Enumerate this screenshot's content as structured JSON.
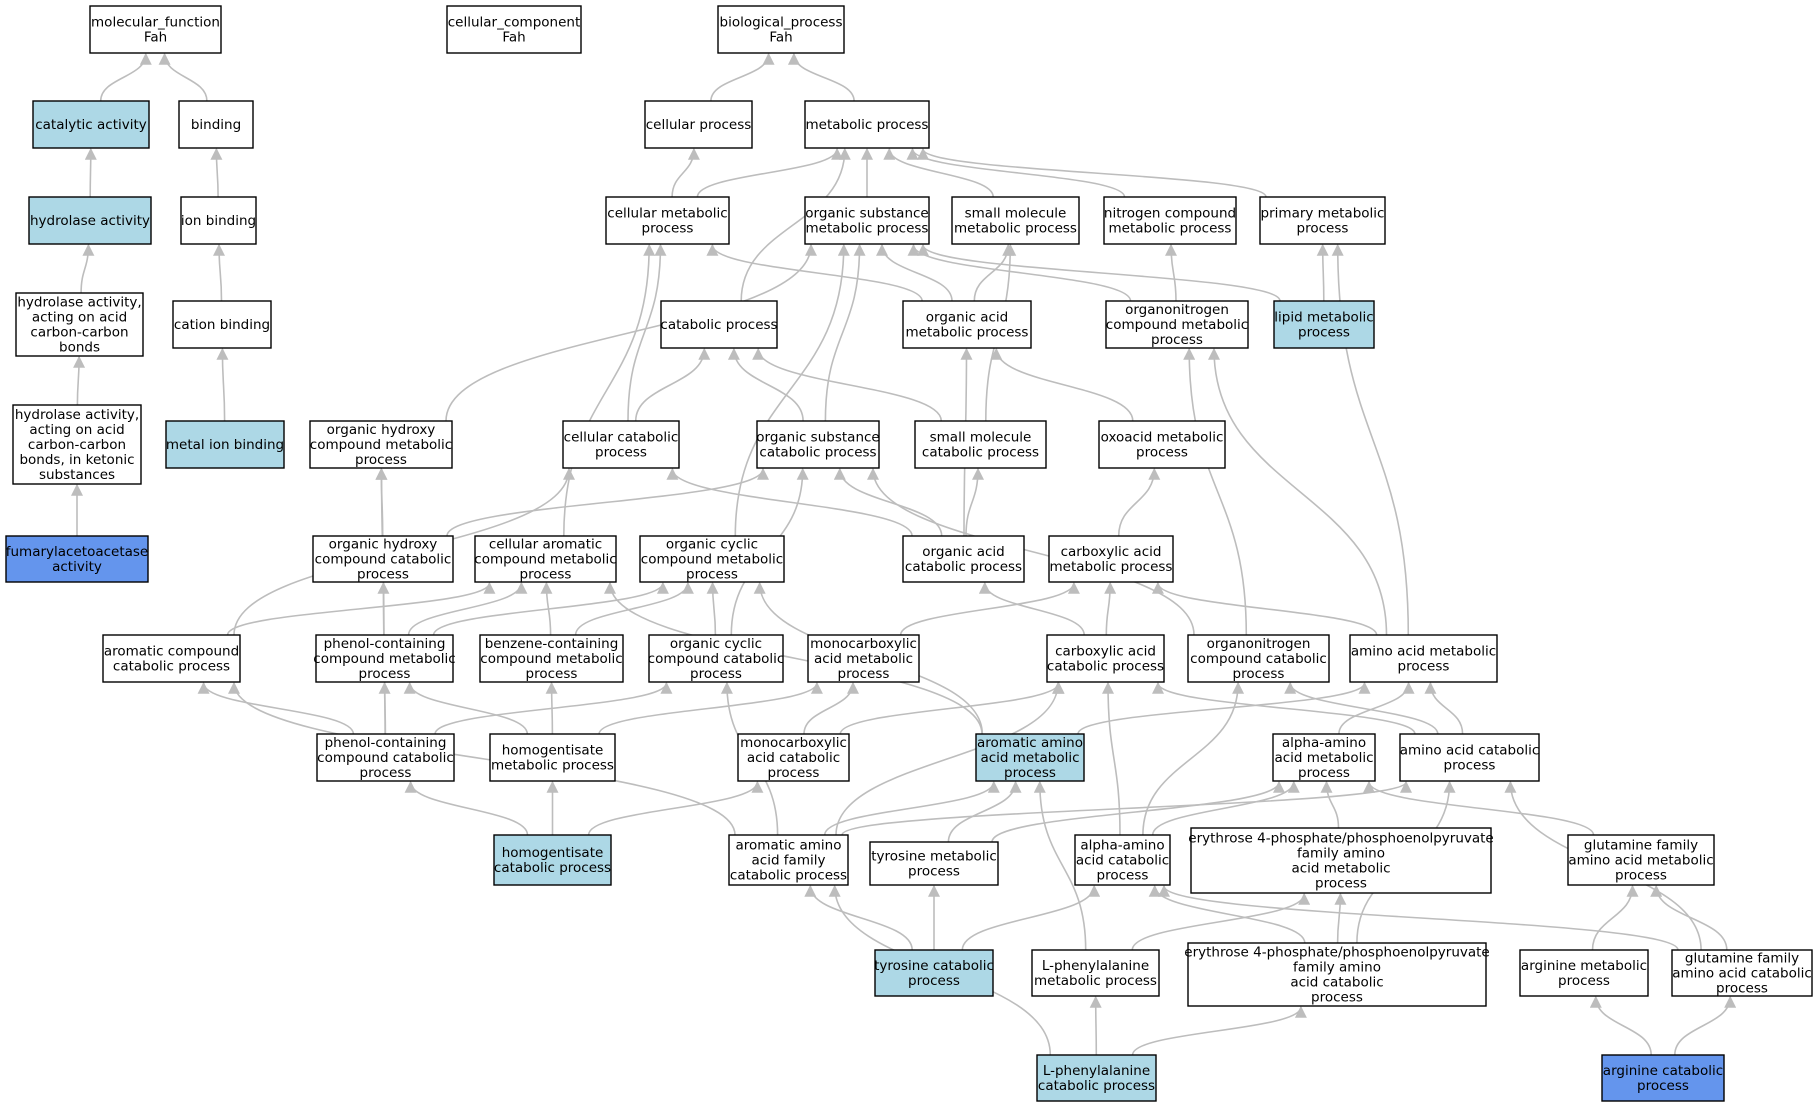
{
  "colors": {
    "default": "#ffffff",
    "highlight": "#add8e6",
    "target": "#6495ed",
    "edge": "#bdbdbd",
    "border": "#000000"
  },
  "nodes": [
    {
      "id": "mf",
      "lines": [
        "molecular_function",
        "Fah"
      ],
      "color": "default"
    },
    {
      "id": "cc",
      "lines": [
        "cellular_component",
        "Fah"
      ],
      "color": "default"
    },
    {
      "id": "bp",
      "lines": [
        "biological_process",
        "Fah"
      ],
      "color": "default"
    },
    {
      "id": "cat_act",
      "lines": [
        "catalytic activity"
      ],
      "color": "highlight"
    },
    {
      "id": "binding",
      "lines": [
        "binding"
      ],
      "color": "default"
    },
    {
      "id": "cell_proc",
      "lines": [
        "cellular process"
      ],
      "color": "default"
    },
    {
      "id": "met_proc",
      "lines": [
        "metabolic process"
      ],
      "color": "default"
    },
    {
      "id": "hydro_act",
      "lines": [
        "hydrolase activity"
      ],
      "color": "highlight"
    },
    {
      "id": "ion_bind",
      "lines": [
        "ion binding"
      ],
      "color": "default"
    },
    {
      "id": "cell_met",
      "lines": [
        "cellular metabolic",
        "process"
      ],
      "color": "default"
    },
    {
      "id": "org_sub_met",
      "lines": [
        "organic substance",
        "metabolic process"
      ],
      "color": "default"
    },
    {
      "id": "small_mol_met",
      "lines": [
        "small molecule",
        "metabolic process"
      ],
      "color": "default"
    },
    {
      "id": "nitro_met",
      "lines": [
        "nitrogen compound",
        "metabolic process"
      ],
      "color": "default"
    },
    {
      "id": "prim_met",
      "lines": [
        "primary metabolic",
        "process"
      ],
      "color": "default"
    },
    {
      "id": "hydro_cc",
      "lines": [
        "hydrolase activity,",
        "acting on acid",
        "carbon-carbon",
        "bonds"
      ],
      "color": "default"
    },
    {
      "id": "cation_bind",
      "lines": [
        "cation binding"
      ],
      "color": "default"
    },
    {
      "id": "catab_proc",
      "lines": [
        "catabolic process"
      ],
      "color": "default"
    },
    {
      "id": "org_acid_met",
      "lines": [
        "organic acid",
        "metabolic process"
      ],
      "color": "default"
    },
    {
      "id": "orgnitro_met",
      "lines": [
        "organonitrogen",
        "compound metabolic",
        "process"
      ],
      "color": "default"
    },
    {
      "id": "lipid_met",
      "lines": [
        "lipid metabolic",
        "process"
      ],
      "color": "highlight"
    },
    {
      "id": "hydro_ketonic",
      "lines": [
        "hydrolase activity,",
        "acting on acid",
        "carbon-carbon",
        "bonds, in ketonic",
        "substances"
      ],
      "color": "default"
    },
    {
      "id": "metal_ion",
      "lines": [
        "metal ion binding"
      ],
      "color": "highlight"
    },
    {
      "id": "org_hydroxy_met",
      "lines": [
        "organic hydroxy",
        "compound metabolic",
        "process"
      ],
      "color": "default"
    },
    {
      "id": "cell_catab",
      "lines": [
        "cellular catabolic",
        "process"
      ],
      "color": "default"
    },
    {
      "id": "org_sub_catab",
      "lines": [
        "organic substance",
        "catabolic process"
      ],
      "color": "default"
    },
    {
      "id": "small_mol_catab",
      "lines": [
        "small molecule",
        "catabolic process"
      ],
      "color": "default"
    },
    {
      "id": "oxoacid_met",
      "lines": [
        "oxoacid metabolic",
        "process"
      ],
      "color": "default"
    },
    {
      "id": "fah_act",
      "lines": [
        "fumarylacetoacetase",
        "activity"
      ],
      "color": "target"
    },
    {
      "id": "org_hydroxy_catab",
      "lines": [
        "organic hydroxy",
        "compound catabolic",
        "process"
      ],
      "color": "default"
    },
    {
      "id": "cell_arom_met",
      "lines": [
        "cellular aromatic",
        "compound metabolic",
        "process"
      ],
      "color": "default"
    },
    {
      "id": "org_cyc_met",
      "lines": [
        "organic cyclic",
        "compound metabolic",
        "process"
      ],
      "color": "default"
    },
    {
      "id": "org_acid_catab",
      "lines": [
        "organic acid",
        "catabolic process"
      ],
      "color": "default"
    },
    {
      "id": "carbox_met",
      "lines": [
        "carboxylic acid",
        "metabolic process"
      ],
      "color": "default"
    },
    {
      "id": "arom_catab",
      "lines": [
        "aromatic compound",
        "catabolic process"
      ],
      "color": "default"
    },
    {
      "id": "phenol_met",
      "lines": [
        "phenol-containing",
        "compound metabolic",
        "process"
      ],
      "color": "default"
    },
    {
      "id": "benzene_met",
      "lines": [
        "benzene-containing",
        "compound metabolic",
        "process"
      ],
      "color": "default"
    },
    {
      "id": "org_cyc_catab",
      "lines": [
        "organic cyclic",
        "compound catabolic",
        "process"
      ],
      "color": "default"
    },
    {
      "id": "monocarb_met",
      "lines": [
        "monocarboxylic",
        "acid metabolic",
        "process"
      ],
      "color": "default"
    },
    {
      "id": "carbox_catab",
      "lines": [
        "carboxylic acid",
        "catabolic process"
      ],
      "color": "default"
    },
    {
      "id": "orgnitro_catab",
      "lines": [
        "organonitrogen",
        "compound catabolic",
        "process"
      ],
      "color": "default"
    },
    {
      "id": "aa_met",
      "lines": [
        "amino acid metabolic",
        "process"
      ],
      "color": "default"
    },
    {
      "id": "phenol_catab",
      "lines": [
        "phenol-containing",
        "compound catabolic",
        "process"
      ],
      "color": "default"
    },
    {
      "id": "homogent_met",
      "lines": [
        "homogentisate",
        "metabolic process"
      ],
      "color": "default"
    },
    {
      "id": "monocarb_catab",
      "lines": [
        "monocarboxylic",
        "acid catabolic",
        "process"
      ],
      "color": "default"
    },
    {
      "id": "arom_aa_met",
      "lines": [
        "aromatic amino",
        "acid metabolic",
        "process"
      ],
      "color": "highlight"
    },
    {
      "id": "alpha_aa_met",
      "lines": [
        "alpha-amino",
        "acid metabolic",
        "process"
      ],
      "color": "default"
    },
    {
      "id": "aa_catab",
      "lines": [
        "amino acid catabolic",
        "process"
      ],
      "color": "default"
    },
    {
      "id": "homogent_catab",
      "lines": [
        "homogentisate",
        "catabolic process"
      ],
      "color": "highlight"
    },
    {
      "id": "arom_aa_fam_catab",
      "lines": [
        "aromatic amino",
        "acid family",
        "catabolic process"
      ],
      "color": "default"
    },
    {
      "id": "tyr_met",
      "lines": [
        "tyrosine metabolic",
        "process"
      ],
      "color": "default"
    },
    {
      "id": "alpha_aa_catab",
      "lines": [
        "alpha-amino",
        "acid catabolic",
        "process"
      ],
      "color": "default"
    },
    {
      "id": "e4p_met",
      "lines": [
        "erythrose 4-phosphate/phosphoenolpyruvate",
        "family amino",
        "acid metabolic",
        "process"
      ],
      "color": "default"
    },
    {
      "id": "gln_fam_met",
      "lines": [
        "glutamine family",
        "amino acid metabolic",
        "process"
      ],
      "color": "default"
    },
    {
      "id": "tyr_catab",
      "lines": [
        "tyrosine catabolic",
        "process"
      ],
      "color": "highlight"
    },
    {
      "id": "phe_met",
      "lines": [
        "L-phenylalanine",
        "metabolic process"
      ],
      "color": "default"
    },
    {
      "id": "e4p_catab",
      "lines": [
        "erythrose 4-phosphate/phosphoenolpyruvate",
        "family amino",
        "acid catabolic",
        "process"
      ],
      "color": "default"
    },
    {
      "id": "arg_met",
      "lines": [
        "arginine metabolic",
        "process"
      ],
      "color": "default"
    },
    {
      "id": "gln_fam_catab",
      "lines": [
        "glutamine family",
        "amino acid catabolic",
        "process"
      ],
      "color": "default"
    },
    {
      "id": "phe_catab",
      "lines": [
        "L-phenylalanine",
        "catabolic process"
      ],
      "color": "highlight"
    },
    {
      "id": "arg_catab",
      "lines": [
        "arginine catabolic",
        "process"
      ],
      "color": "target"
    }
  ],
  "edges": [
    [
      "cat_act",
      "mf"
    ],
    [
      "binding",
      "mf"
    ],
    [
      "hydro_act",
      "cat_act"
    ],
    [
      "ion_bind",
      "binding"
    ],
    [
      "hydro_cc",
      "hydro_act"
    ],
    [
      "cation_bind",
      "ion_bind"
    ],
    [
      "hydro_ketonic",
      "hydro_cc"
    ],
    [
      "metal_ion",
      "cation_bind"
    ],
    [
      "fah_act",
      "hydro_ketonic"
    ],
    [
      "cell_proc",
      "bp"
    ],
    [
      "met_proc",
      "bp"
    ],
    [
      "cell_met",
      "cell_proc"
    ],
    [
      "cell_met",
      "met_proc"
    ],
    [
      "org_sub_met",
      "met_proc"
    ],
    [
      "small_mol_met",
      "met_proc"
    ],
    [
      "nitro_met",
      "met_proc"
    ],
    [
      "prim_met",
      "met_proc"
    ],
    [
      "catab_proc",
      "met_proc"
    ],
    [
      "org_acid_met",
      "small_mol_met"
    ],
    [
      "org_acid_met",
      "org_sub_met"
    ],
    [
      "org_acid_met",
      "cell_met"
    ],
    [
      "orgnitro_met",
      "nitro_met"
    ],
    [
      "orgnitro_met",
      "org_sub_met"
    ],
    [
      "lipid_met",
      "prim_met"
    ],
    [
      "lipid_met",
      "org_sub_met"
    ],
    [
      "org_hydroxy_met",
      "org_sub_met"
    ],
    [
      "cell_catab",
      "cell_met"
    ],
    [
      "cell_catab",
      "catab_proc"
    ],
    [
      "org_sub_catab",
      "org_sub_met"
    ],
    [
      "org_sub_catab",
      "catab_proc"
    ],
    [
      "small_mol_catab",
      "small_mol_met"
    ],
    [
      "small_mol_catab",
      "catab_proc"
    ],
    [
      "oxoacid_met",
      "org_acid_met"
    ],
    [
      "org_hydroxy_catab",
      "org_hydroxy_met"
    ],
    [
      "org_hydroxy_catab",
      "org_sub_catab"
    ],
    [
      "cell_arom_met",
      "cell_met"
    ],
    [
      "org_cyc_met",
      "org_sub_met"
    ],
    [
      "org_acid_catab",
      "org_acid_met"
    ],
    [
      "org_acid_catab",
      "small_mol_catab"
    ],
    [
      "org_acid_catab",
      "org_sub_catab"
    ],
    [
      "org_acid_catab",
      "cell_catab"
    ],
    [
      "carbox_met",
      "oxoacid_met"
    ],
    [
      "arom_catab",
      "cell_arom_met"
    ],
    [
      "arom_catab",
      "cell_catab"
    ],
    [
      "phenol_met",
      "cell_arom_met"
    ],
    [
      "phenol_met",
      "org_hydroxy_met"
    ],
    [
      "phenol_met",
      "org_cyc_met"
    ],
    [
      "benzene_met",
      "cell_arom_met"
    ],
    [
      "benzene_met",
      "org_cyc_met"
    ],
    [
      "org_cyc_catab",
      "org_cyc_met"
    ],
    [
      "org_cyc_catab",
      "org_sub_catab"
    ],
    [
      "monocarb_met",
      "carbox_met"
    ],
    [
      "carbox_catab",
      "carbox_met"
    ],
    [
      "carbox_catab",
      "org_acid_catab"
    ],
    [
      "orgnitro_catab",
      "orgnitro_met"
    ],
    [
      "orgnitro_catab",
      "org_sub_catab"
    ],
    [
      "aa_met",
      "carbox_met"
    ],
    [
      "aa_met",
      "orgnitro_met"
    ],
    [
      "aa_met",
      "prim_met"
    ],
    [
      "phenol_catab",
      "phenol_met"
    ],
    [
      "phenol_catab",
      "arom_catab"
    ],
    [
      "phenol_catab",
      "org_hydroxy_catab"
    ],
    [
      "phenol_catab",
      "org_cyc_catab"
    ],
    [
      "homogent_met",
      "benzene_met"
    ],
    [
      "homogent_met",
      "phenol_met"
    ],
    [
      "homogent_met",
      "monocarb_met"
    ],
    [
      "monocarb_catab",
      "monocarb_met"
    ],
    [
      "monocarb_catab",
      "carbox_catab"
    ],
    [
      "arom_aa_met",
      "aa_met"
    ],
    [
      "arom_aa_met",
      "cell_arom_met"
    ],
    [
      "arom_aa_met",
      "org_cyc_met"
    ],
    [
      "alpha_aa_met",
      "aa_met"
    ],
    [
      "aa_catab",
      "aa_met"
    ],
    [
      "aa_catab",
      "carbox_catab"
    ],
    [
      "aa_catab",
      "orgnitro_catab"
    ],
    [
      "homogent_catab",
      "homogent_met"
    ],
    [
      "homogent_catab",
      "phenol_catab"
    ],
    [
      "homogent_catab",
      "monocarb_catab"
    ],
    [
      "arom_aa_fam_catab",
      "arom_aa_met"
    ],
    [
      "arom_aa_fam_catab",
      "arom_catab"
    ],
    [
      "arom_aa_fam_catab",
      "org_cyc_catab"
    ],
    [
      "arom_aa_fam_catab",
      "carbox_catab"
    ],
    [
      "arom_aa_fam_catab",
      "aa_catab"
    ],
    [
      "tyr_met",
      "arom_aa_met"
    ],
    [
      "tyr_met",
      "alpha_aa_met"
    ],
    [
      "alpha_aa_catab",
      "alpha_aa_met"
    ],
    [
      "alpha_aa_catab",
      "carbox_catab"
    ],
    [
      "alpha_aa_catab",
      "orgnitro_catab"
    ],
    [
      "e4p_met",
      "alpha_aa_met"
    ],
    [
      "gln_fam_met",
      "alpha_aa_met"
    ],
    [
      "tyr_catab",
      "tyr_met"
    ],
    [
      "tyr_catab",
      "arom_aa_fam_catab"
    ],
    [
      "tyr_catab",
      "alpha_aa_catab"
    ],
    [
      "phe_met",
      "arom_aa_met"
    ],
    [
      "phe_met",
      "e4p_met"
    ],
    [
      "e4p_catab",
      "e4p_met"
    ],
    [
      "e4p_catab",
      "alpha_aa_catab"
    ],
    [
      "e4p_catab",
      "aa_catab"
    ],
    [
      "arg_met",
      "gln_fam_met"
    ],
    [
      "gln_fam_catab",
      "gln_fam_met"
    ],
    [
      "gln_fam_catab",
      "alpha_aa_catab"
    ],
    [
      "gln_fam_catab",
      "aa_catab"
    ],
    [
      "phe_catab",
      "phe_met"
    ],
    [
      "phe_catab",
      "e4p_catab"
    ],
    [
      "phe_catab",
      "arom_aa_fam_catab"
    ],
    [
      "arg_catab",
      "arg_met"
    ],
    [
      "arg_catab",
      "gln_fam_catab"
    ]
  ]
}
